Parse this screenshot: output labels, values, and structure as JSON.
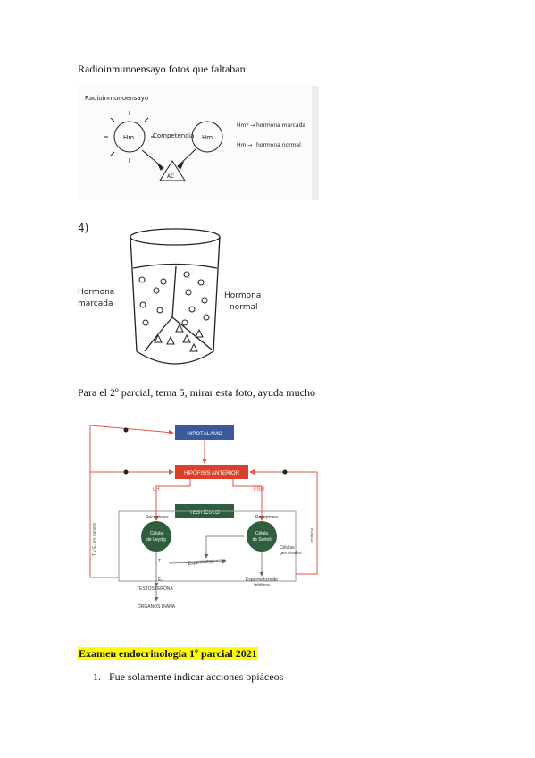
{
  "paragraphs": {
    "intro": "Radioinmunoensayo fotos que faltaban:",
    "parcial_note": "Para el 2º parcial, tema 5, mirar esta foto, ayuda mucho"
  },
  "sketch1": {
    "title": "Radioinmunoensayo",
    "left_circle": "Hm",
    "middle_label": "Competencia",
    "right_circle": "Hm",
    "triangle": "AC",
    "legend_1_key": "Hm* →",
    "legend_1_value": "hormona marcada",
    "legend_2_key": "Hm →",
    "legend_2_value": "hormona normal"
  },
  "sketch2": {
    "number": "4)",
    "left_label_1": "Hormona",
    "left_label_2": "marcada",
    "right_label_1": "Hormona",
    "right_label_2": "normal"
  },
  "diagram": {
    "hypothalamus": "HIPOTÁLAMO",
    "pituitary": "HIPÓFISIS ANTERIOR",
    "lh": "LH",
    "fsh": "FSH",
    "testis": "TESTÍCULO",
    "receptors_left": "Receptores",
    "receptors_right": "Receptores",
    "leydig_1": "Célula",
    "leydig_2": "de Leydig",
    "sertoli_1": "Célula",
    "sertoli_2": "de Sertoli",
    "germ_1": "Células",
    "germ_2": "germinales",
    "spermatogenesis": "Espermatogénesis",
    "t_label": "T",
    "e2_label": "E₂",
    "testosterone": "TESTOSTERONA",
    "inhibin_1": "Espermatozoide",
    "inhibin_2": "Inhibina",
    "target": "ÓRGANOS DIANA",
    "side_left": "T y E₂ en sangre",
    "side_right": "Inhibina",
    "colors": {
      "blue_box": "#3a5a9c",
      "red_box": "#d9412b",
      "green_box": "#2f5e3f",
      "red_line": "#e2564a",
      "gray_line": "#7a7a7a"
    }
  },
  "exam": {
    "heading": "Examen endocrinología 1º parcial 2021",
    "item_number": "1.",
    "item_text": "Fue solamente indicar acciones opiáceos"
  }
}
